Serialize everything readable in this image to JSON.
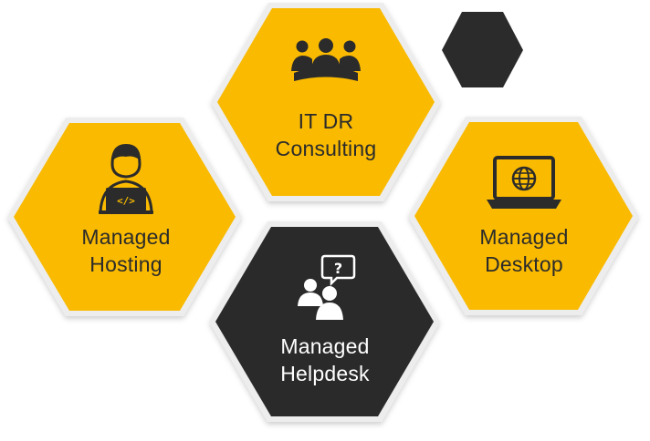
{
  "colors": {
    "yellow": "#F9BA00",
    "dark": "#2B2B2B",
    "border": "#EDEDED",
    "text_dark": "#2B2B2B",
    "text_light": "#FFFFFF"
  },
  "hexagons": [
    {
      "id": "consulting",
      "line1": "IT DR",
      "line2": "Consulting",
      "icon": "meeting-group-icon",
      "theme": "yellow"
    },
    {
      "id": "hosting",
      "line1": "Managed",
      "line2": "Hosting",
      "icon": "developer-laptop-icon",
      "theme": "yellow"
    },
    {
      "id": "desktop",
      "line1": "Managed",
      "line2": "Desktop",
      "icon": "globe-laptop-icon",
      "theme": "yellow"
    },
    {
      "id": "helpdesk",
      "line1": "Managed",
      "line2": "Helpdesk",
      "icon": "helpdesk-question-icon",
      "theme": "dark"
    },
    {
      "id": "accent",
      "icon": "",
      "theme": "dark"
    }
  ]
}
